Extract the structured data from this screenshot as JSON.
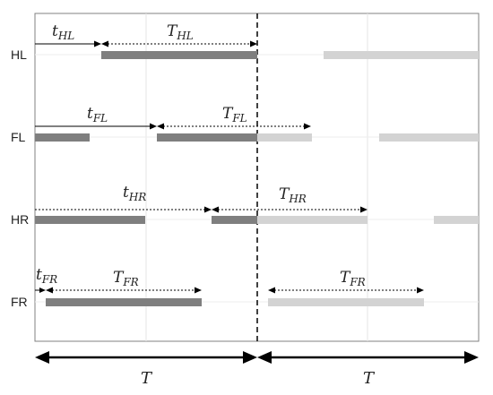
{
  "legs": [
    {
      "id": "HL",
      "label": "HL"
    },
    {
      "id": "FL",
      "label": "FL"
    },
    {
      "id": "HR",
      "label": "HR"
    },
    {
      "id": "FR",
      "label": "FR"
    }
  ],
  "annotations": {
    "tHL": {
      "main": "t",
      "sub": "HL"
    },
    "THL": {
      "main": "T",
      "sub": "HL"
    },
    "tFL": {
      "main": "t",
      "sub": "FL"
    },
    "TFL": {
      "main": "T",
      "sub": "FL"
    },
    "tHR": {
      "main": "t",
      "sub": "HR"
    },
    "THR": {
      "main": "T",
      "sub": "HR"
    },
    "tFR": {
      "main": "t",
      "sub": "FR"
    },
    "TFR1": {
      "main": "T",
      "sub": "FR"
    },
    "TFR2": {
      "main": "T",
      "sub": "FR"
    }
  },
  "period": {
    "left": "T",
    "right": "T"
  },
  "colors": {
    "phase_current": "#7f7f7f",
    "phase_next": "#d3d3d3",
    "grid": "#e6e6e6",
    "frame": "#808080",
    "arrow": "#000000"
  }
}
